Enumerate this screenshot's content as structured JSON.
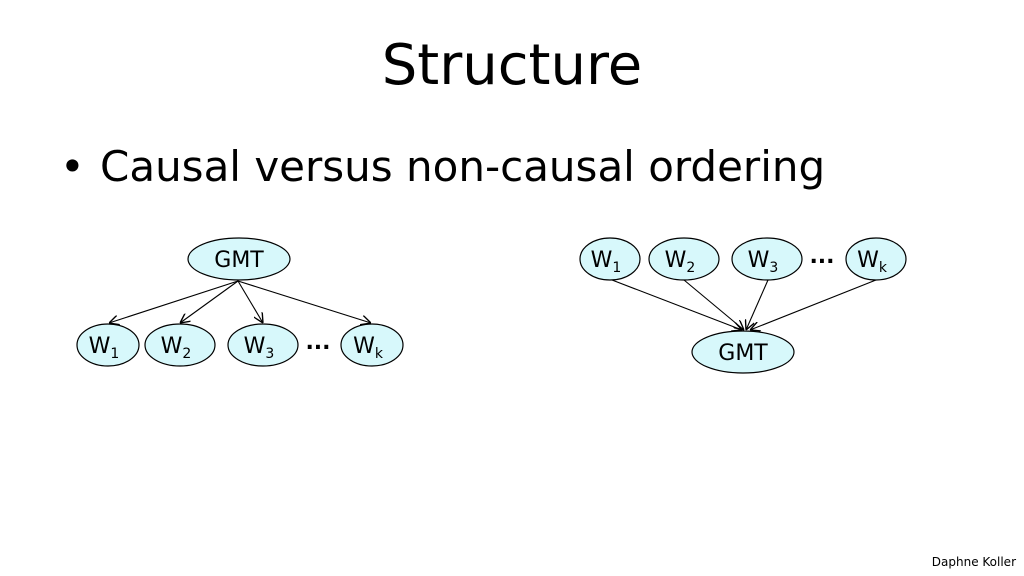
{
  "slide": {
    "title": "Structure",
    "bullet_text": "Causal versus non-causal ordering",
    "bullet_marker": "•",
    "credit": "Daphne Koller"
  },
  "diagrams": {
    "causal": {
      "top": "GMT",
      "children": [
        {
          "base": "W",
          "sub": "1"
        },
        {
          "base": "W",
          "sub": "2"
        },
        {
          "base": "W",
          "sub": "3"
        },
        {
          "base": "W",
          "sub": "k"
        }
      ],
      "ellipsis": "..."
    },
    "noncausal": {
      "parents": [
        {
          "base": "W",
          "sub": "1"
        },
        {
          "base": "W",
          "sub": "2"
        },
        {
          "base": "W",
          "sub": "3"
        },
        {
          "base": "W",
          "sub": "k"
        }
      ],
      "bottom": "GMT",
      "ellipsis": "..."
    }
  },
  "colors": {
    "node_fill": "#d7f8fb",
    "stroke": "#000000",
    "background": "#ffffff"
  }
}
